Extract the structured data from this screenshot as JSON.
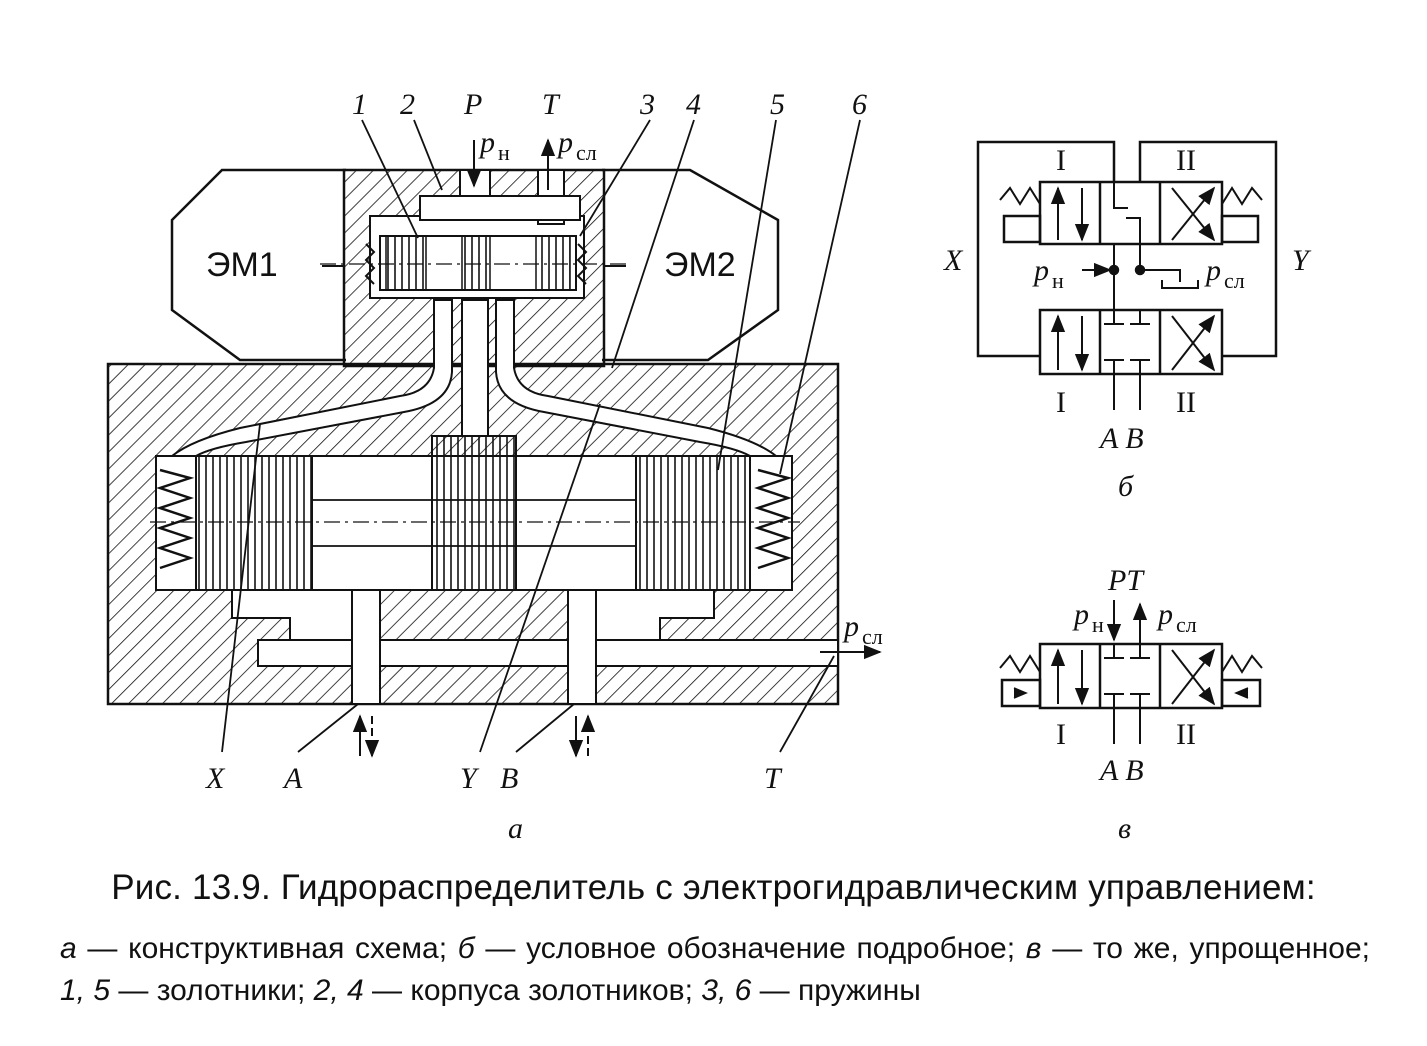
{
  "figure": {
    "main": {
      "callouts": [
        "1",
        "2",
        "P",
        "T",
        "3",
        "4",
        "5",
        "6"
      ],
      "p_n": "p",
      "p_n_sub": "н",
      "p_sl": "p",
      "p_sl_sub": "сл",
      "em1": "ЭМ1",
      "em2": "ЭМ2",
      "bottom_labels": [
        "X",
        "A",
        "Y",
        "B",
        "T"
      ],
      "panel_letter": "а"
    },
    "detailed": {
      "top_I": "I",
      "top_II": "II",
      "bottom_I": "I",
      "bottom_II": "II",
      "x": "X",
      "y": "Y",
      "p_n": "p",
      "p_n_sub": "н",
      "p_sl": "p",
      "p_sl_sub": "сл",
      "ports": "A B",
      "panel_letter": "б"
    },
    "simplified": {
      "pt": "PT",
      "p_n": "p",
      "p_n_sub": "н",
      "p_sl": "p",
      "p_sl_sub": "сл",
      "I": "I",
      "II": "II",
      "ports": "A B",
      "panel_letter": "в"
    }
  },
  "caption": {
    "title": "Рис. 13.9. Гидрораспределитель с электрогидравлическим управлением:",
    "a_letter": "а",
    "a_text": " — конструктивная схема; ",
    "b_letter": "б",
    "b_text": " — условное обозначение подробное; ",
    "v_letter": "в",
    "v_text": " — то же, упрощенное; ",
    "n15": "1, 5",
    "n15_text": " — золотники; ",
    "n24": "2, 4",
    "n24_text": " — корпуса золотников; ",
    "n36": "3, 6",
    "n36_text": " — пружины"
  }
}
